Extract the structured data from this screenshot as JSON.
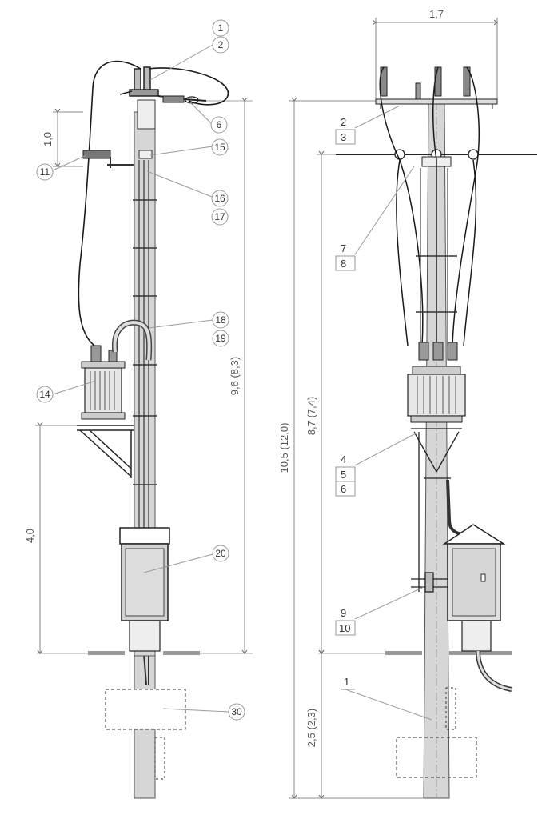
{
  "dimensions": {
    "top_width": "1,7",
    "span_1_0": "1,0",
    "height_9_6": "9,6 (8,3)",
    "height_10_5": "10,5 (12,0)",
    "height_8_7": "8,7 (7,4)",
    "height_4_0": "4,0",
    "depth_2_5": "2,5 (2,3)"
  },
  "left_callouts": [
    "1",
    "2",
    "6",
    "11",
    "15",
    "16",
    "17",
    "18",
    "19",
    "14",
    "20",
    "30"
  ],
  "right_callouts": [
    "2",
    "3",
    "7",
    "8",
    "4",
    "5",
    "6",
    "9",
    "10",
    "1"
  ],
  "colors": {
    "line": "#1a1a1a",
    "leader": "#9a9a9a",
    "pole_fill": "#d6d6d6",
    "ground": "#9a9a9a"
  }
}
